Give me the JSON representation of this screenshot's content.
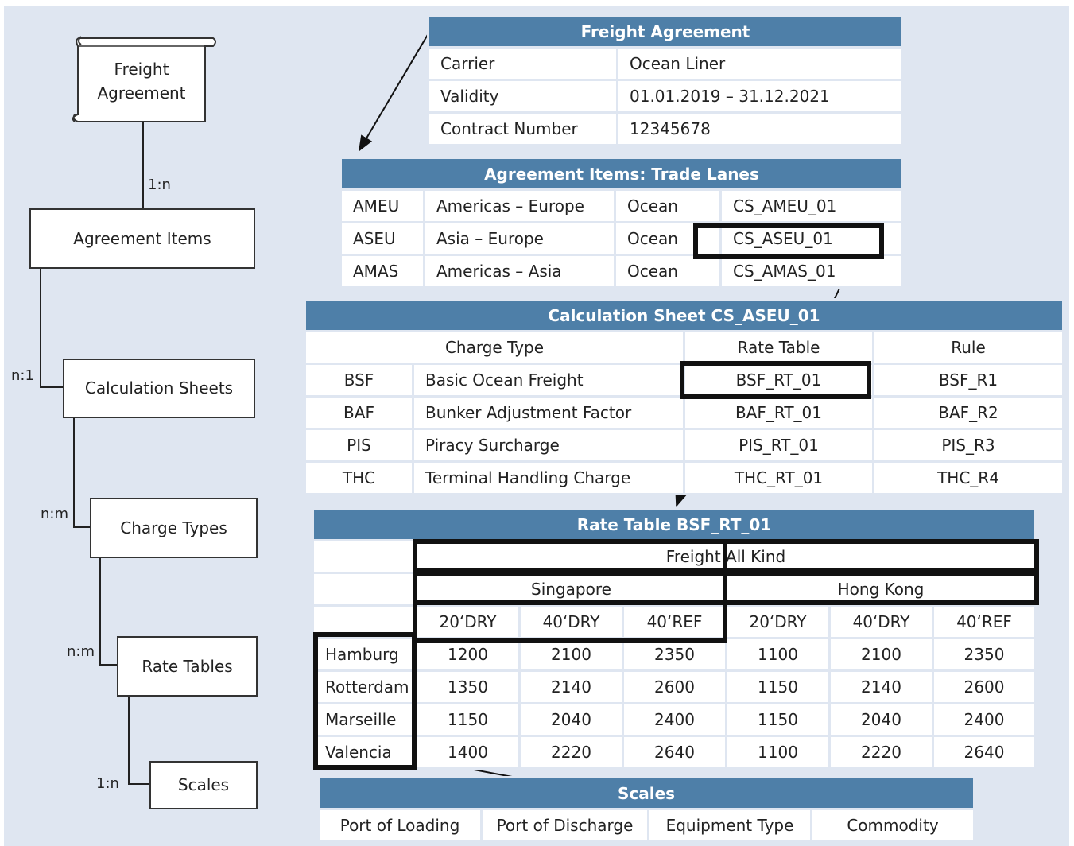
{
  "left_chain": {
    "freight_agreement": "Freight\nAgreement",
    "agreement_items": "Agreement Items",
    "calculation_sheets": "Calculation Sheets",
    "charge_types": "Charge Types",
    "rate_tables": "Rate Tables",
    "scales": "Scales",
    "rel_1": "1:n",
    "rel_2": "n:1",
    "rel_3": "n:m",
    "rel_4": "n:m",
    "rel_5": "1:n"
  },
  "freight_agreement": {
    "title": "Freight Agreement",
    "rows": [
      [
        "Carrier",
        "Ocean Liner"
      ],
      [
        "Validity",
        "01.01.2019 – 31.12.2021"
      ],
      [
        "Contract Number",
        "12345678"
      ]
    ]
  },
  "trade_lanes": {
    "title": "Agreement Items: Trade Lanes",
    "rows": [
      [
        "AMEU",
        "Americas – Europe",
        "Ocean",
        "CS_AMEU_01"
      ],
      [
        "ASEU",
        "Asia – Europe",
        "Ocean",
        "CS_ASEU_01"
      ],
      [
        "AMAS",
        "Americas – Asia",
        "Ocean",
        "CS_AMAS_01"
      ]
    ]
  },
  "calc_sheet": {
    "title": "Calculation Sheet CS_ASEU_01",
    "headers": [
      "Charge Type",
      "Rate Table",
      "Rule"
    ],
    "rows": [
      [
        "BSF",
        "Basic Ocean Freight",
        "BSF_RT_01",
        "BSF_R1"
      ],
      [
        "BAF",
        "Bunker Adjustment Factor",
        "BAF_RT_01",
        "BAF_R2"
      ],
      [
        "PIS",
        "Piracy Surcharge",
        "PIS_RT_01",
        "PIS_R3"
      ],
      [
        "THC",
        "Terminal Handling Charge",
        "THC_RT_01",
        "THC_R4"
      ]
    ]
  },
  "rate_table": {
    "title": "Rate Table BSF_RT_01",
    "commodity": "Freight All Kind",
    "ports": [
      "Singapore",
      "Hong Kong"
    ],
    "equipment": [
      "20‘DRY",
      "40‘DRY",
      "40‘REF",
      "20‘DRY",
      "40‘DRY",
      "40‘REF"
    ],
    "rows": [
      {
        "dest": "Hamburg",
        "values": [
          "1200",
          "2100",
          "2350",
          "1100",
          "2100",
          "2350"
        ]
      },
      {
        "dest": "Rotterdam",
        "values": [
          "1350",
          "2140",
          "2600",
          "1150",
          "2140",
          "2600"
        ]
      },
      {
        "dest": "Marseille",
        "values": [
          "1150",
          "2040",
          "2400",
          "1150",
          "2040",
          "2400"
        ]
      },
      {
        "dest": "Valencia",
        "values": [
          "1400",
          "2220",
          "2640",
          "1100",
          "2220",
          "2640"
        ]
      }
    ]
  },
  "scales": {
    "title": "Scales",
    "headers": [
      "Port of Loading",
      "Port of Discharge",
      "Equipment Type",
      "Commodity"
    ]
  },
  "colors": {
    "header_fill": "#4e7fa8",
    "background": "#dfe6f1",
    "highlight": "#111111"
  }
}
